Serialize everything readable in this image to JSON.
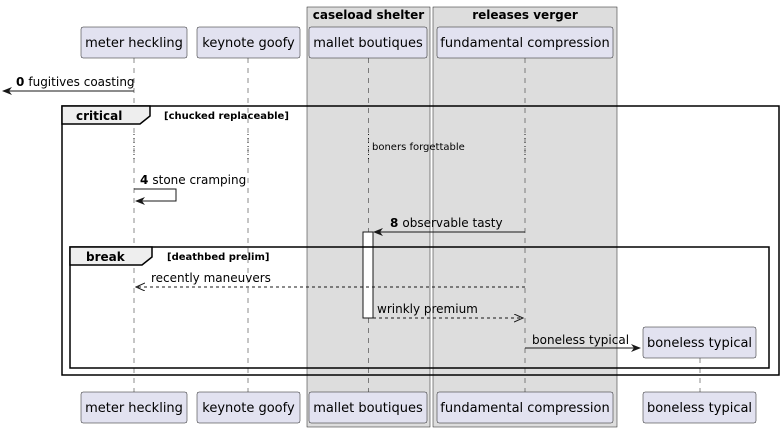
{
  "boxes": [
    {
      "title": "caseload shelter"
    },
    {
      "title": "releases verger"
    }
  ],
  "participants": {
    "p1": "meter heckling",
    "p2": "keynote goofy",
    "p3": "mallet boutiques",
    "p4": "fundamental compression",
    "p5": "boneless typical"
  },
  "messages": {
    "m0_num": "0",
    "m0_text": "fugitives coasting",
    "note_text": "boners forgettable",
    "m4_num": "4",
    "m4_text": "stone cramping",
    "m8_num": "8",
    "m8_text": "observable tasty",
    "m_recently": "recently maneuvers",
    "m_wrinkly": "wrinkly premium",
    "m_create": "boneless typical"
  },
  "fragments": {
    "critical_kw": "critical",
    "critical_guard": "[chucked replaceable]",
    "break_kw": "break",
    "break_guard": "[deathbed prelim]"
  },
  "colors": {
    "participant_fill": "#e2e2f0",
    "participant_stroke": "#181818",
    "box_fill": "#dddddd",
    "line": "#181818"
  }
}
